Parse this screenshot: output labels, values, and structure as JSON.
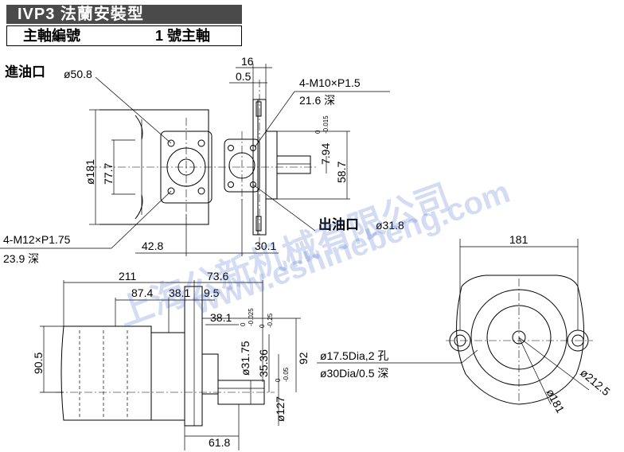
{
  "header": {
    "title": "IVP3 法蘭安裝型",
    "spec_label": "主軸編號",
    "spec_value": "1 號主軸"
  },
  "ports": {
    "inlet_label": "進油口",
    "inlet_size": "ø50.8",
    "outlet_label": "出油口",
    "outlet_size": "ø31.8"
  },
  "callouts": {
    "bolt_top": "4-M10×P1.5",
    "bolt_top_depth": "21.6 深",
    "bolt_bottom": "4-M12×P1.75",
    "bolt_bottom_depth": "23.9 深",
    "holes": "ø17.5Dia,2 孔",
    "counterbore": "ø30Dia/0.5 深"
  },
  "dimensions": {
    "d16": "16",
    "d0_5": "0.5",
    "d181": "ø181",
    "d77_7": "77.7",
    "d7_94": "7.94",
    "d7_94_tol_top": "0",
    "d7_94_tol_bot": "-0.015",
    "d58_7": "58.7",
    "d42_8": "42.8",
    "d30_1": "30.1",
    "d211": "211",
    "d73_6": "73.6",
    "d87_4": "87.4",
    "d38_1a": "38.1",
    "d9_5": "9.5",
    "d38_1b": "38.1",
    "d90_5": "90.5",
    "d31_75": "ø31.75",
    "d31_75_tol_top": "0",
    "d31_75_tol_bot": "-0.025",
    "d35_36": "35.36",
    "d35_36_tol_top": "0",
    "d35_36_tol_bot": "-0.25",
    "d92": "92",
    "d127": "ø127",
    "d127_tol_top": "0",
    "d127_tol_bot": "-0.05",
    "d61_8": "61.8",
    "d181_top": "181",
    "d212_5": "ø212.5",
    "d181_flange": "ø181"
  },
  "watermark": {
    "line1": "上海公新机械有限公司",
    "line2": "www.eshinebeng.com"
  }
}
